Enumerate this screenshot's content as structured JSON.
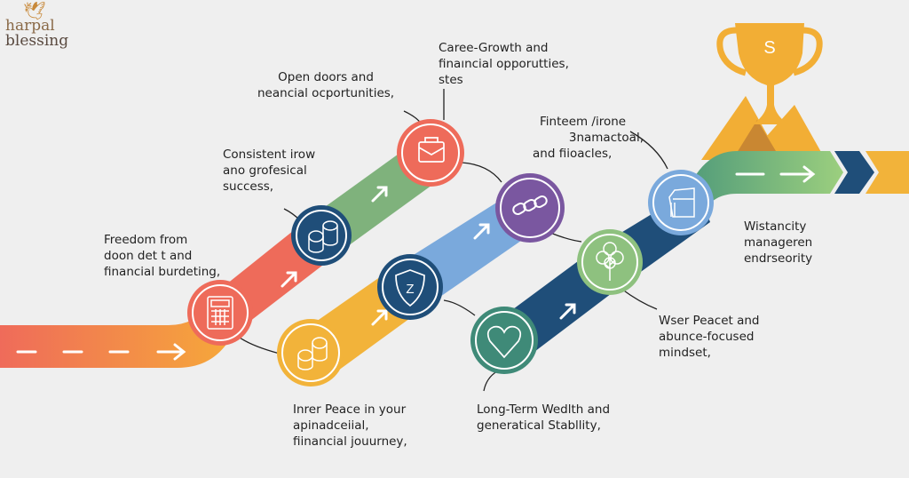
{
  "logo": {
    "line1": "harpal",
    "line2": "blessing"
  },
  "colors": {
    "background": "#efefef",
    "red": "#ee6b5a",
    "orange": "#f5a13a",
    "yellow": "#f2b33a",
    "green": "#7fb27c",
    "lightblue": "#7aa9dc",
    "navy": "#1f4e79",
    "purple": "#7a57a0",
    "teal": "#3f8a78",
    "gold": "#f2ae35"
  },
  "milestones": [
    {
      "icon": "calculator-icon",
      "lines": [
        "Freedom from",
        "doon det t and",
        "financial burdeting,"
      ]
    },
    {
      "icon": "coins-icon",
      "lines": [
        "Consistent irow",
        "ano grofesical",
        "success,"
      ]
    },
    {
      "icon": "briefcase-icon",
      "lines": [
        "Open doors and",
        "neancial ocportunities,"
      ]
    },
    {
      "icon": "briefcase-icon",
      "lines": [
        "Caree-Growth and",
        "finaıncial opporutties,",
        "stes"
      ]
    },
    {
      "icon": "chain-link-icon",
      "lines": [
        "Finteem /irone",
        "3namactoal,",
        "and fiioacles,"
      ]
    },
    {
      "icon": "shield-icon",
      "shield_letter": "Z"
    },
    {
      "icon": "coins-icon",
      "lines": [
        "Inrer Peace in your",
        "apinadceiial,",
        "fiinancial jouurney,"
      ]
    },
    {
      "icon": "heart-icon",
      "lines": [
        "Long-Term Wedlth and",
        "generatical Stabllity,"
      ]
    },
    {
      "icon": "tree-icon",
      "lines": [
        "Wser Peacet and",
        "abunce-focused",
        "mindset,"
      ]
    },
    {
      "icon": "document-icon",
      "lines": [
        "Wistancity",
        "manageren",
        "endrseority"
      ]
    }
  ],
  "trophy": {
    "icon": "trophy-icon",
    "symbol": "S"
  }
}
